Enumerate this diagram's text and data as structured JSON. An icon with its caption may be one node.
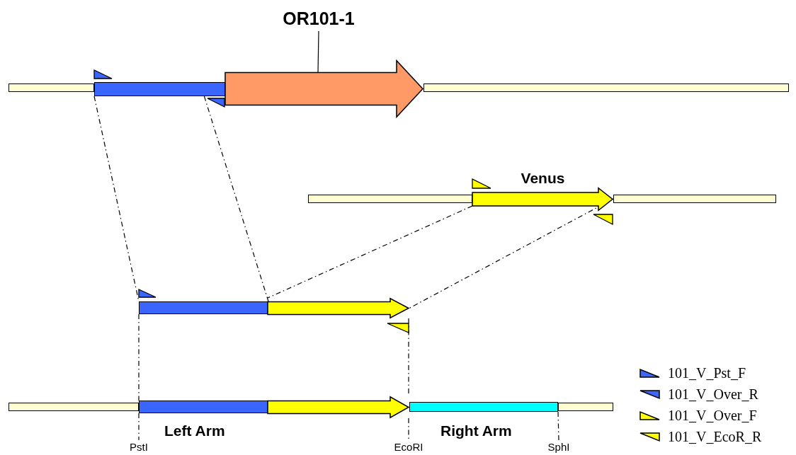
{
  "diagram": {
    "nodes": [
      {
        "text": [
          "OR101-1"
        ]
      },
      {
        "text": [],
        "shape": "bar"
      },
      {
        "text": [],
        "shape": "bar"
      },
      {
        "text": [],
        "shape": "arrow"
      },
      {
        "text": [],
        "shape": "bar"
      },
      {
        "text": [],
        "shape": "bar"
      },
      {
        "text": [
          "Venus"
        ]
      },
      {
        "text": [],
        "shape": "bar"
      },
      {
        "text": [],
        "shape": "bar"
      },
      {
        "text": [],
        "shape": "arrow"
      },
      {
        "text": [],
        "shape": "bar"
      },
      {
        "text": [],
        "shape": "bar"
      },
      {
        "text": [],
        "shape": "arrow"
      },
      {
        "text": [],
        "shape": "bar"
      },
      {
        "text": [],
        "shape": "bar"
      },
      {
        "text": [
          "PstI"
        ]
      },
      {
        "text": [
          "EcoRI"
        ]
      },
      {
        "text": [
          "SphI"
        ]
      }
    ],
    "edges": [
      {
        "from": 0,
        "to": 3,
        "arrow": "none"
      },
      {
        "from": 2,
        "to": 8,
        "arrow": "none",
        "style": "dashed"
      },
      {
        "from": 2,
        "to": 8,
        "arrow": "none",
        "style": "dashed"
      },
      {
        "from": 6,
        "to": 9,
        "arrow": "none",
        "style": "dashed"
      },
      {
        "from": 6,
        "to": 9,
        "arrow": "none",
        "style": "dashed"
      },
      {
        "from": 8,
        "to": 11,
        "arrow": "none",
        "style": "dashed"
      },
      {
        "from": 9,
        "to": 12,
        "arrow": "none",
        "style": "dashed"
      },
      {
        "from": 11,
        "to": 15,
        "arrow": "none",
        "style": "dashed"
      },
      {
        "from": 12,
        "to": 16,
        "arrow": "none",
        "style": "dashed"
      },
      {
        "from": 13,
        "to": 17,
        "arrow": "none",
        "style": "dashed"
      }
    ],
    "labels": [
      "Left Arm",
      "Right Arm"
    ],
    "legend": [
      {
        "text": "101_V_Pst_F"
      },
      {
        "text": "101_V_Over_R"
      },
      {
        "text": "101_V_Over_F"
      },
      {
        "text": "101_V_EcoR_R"
      }
    ]
  }
}
